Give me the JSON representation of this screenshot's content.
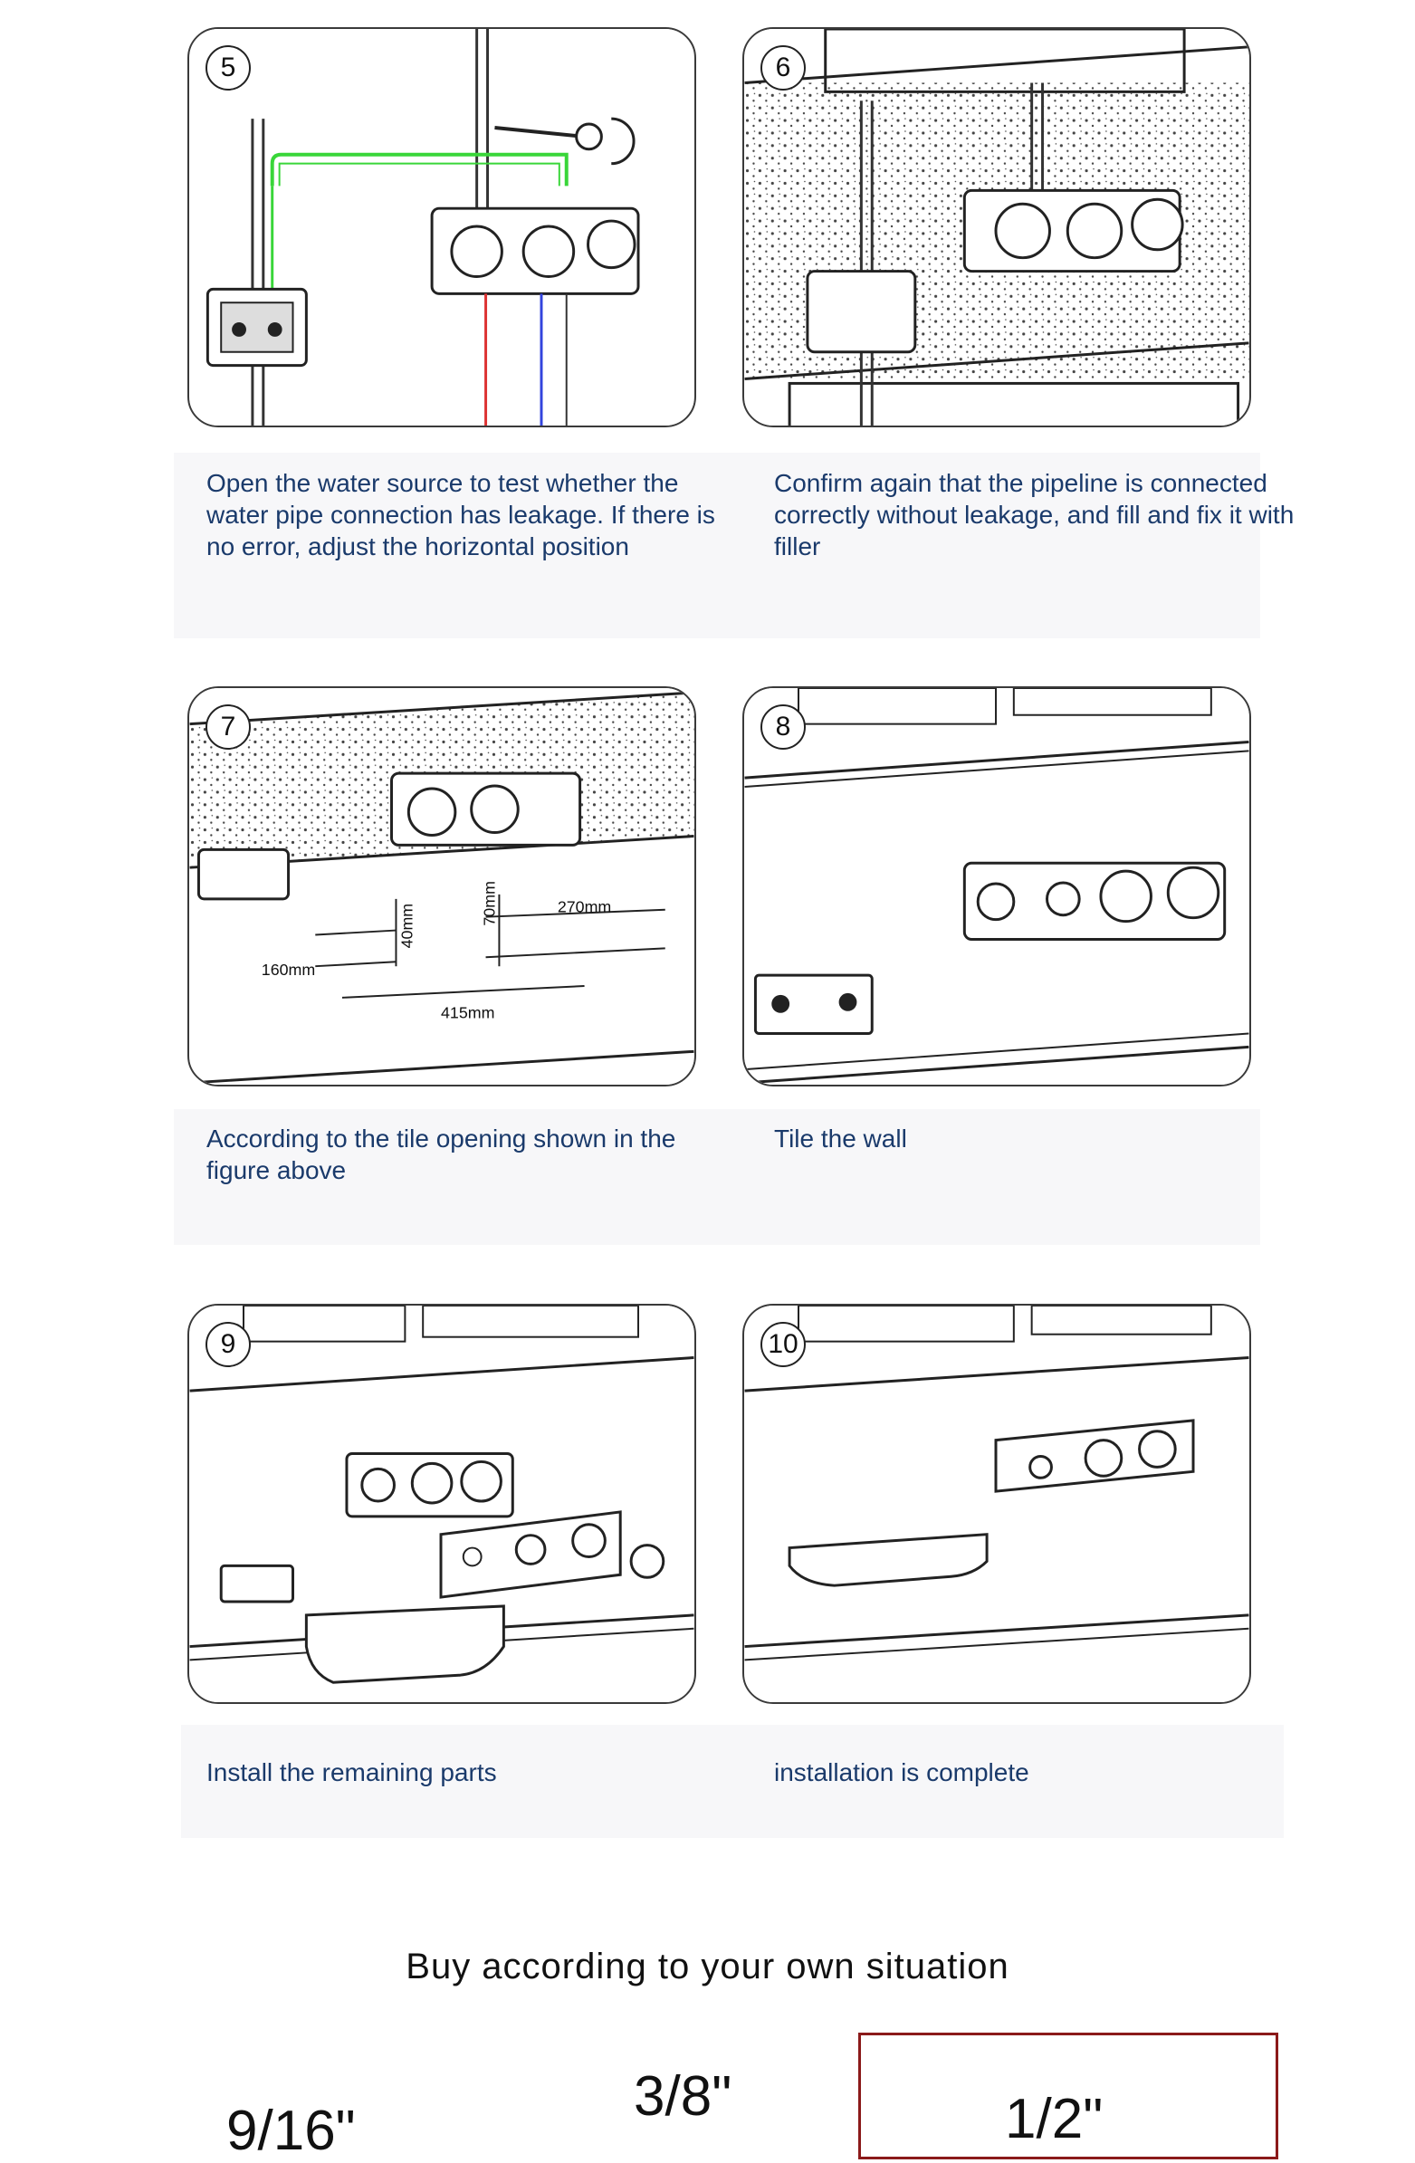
{
  "steps": [
    {
      "number": "5",
      "caption": "Open the water source to test whether the water pipe connection has leakage. If there is no error, adjust the horizontal position"
    },
    {
      "number": "6",
      "caption": "Confirm again that the pipeline is connected correctly without leakage, and fill and fix it with filler"
    },
    {
      "number": "7",
      "caption": "According to the tile opening shown in the figure above",
      "dimensions": {
        "d1": "160mm",
        "d2": "40mm",
        "d3": "70mm",
        "d4": "270mm",
        "d5": "415mm"
      }
    },
    {
      "number": "8",
      "caption": "Tile the wall"
    },
    {
      "number": "9",
      "caption": "Install the remaining parts"
    },
    {
      "number": "10",
      "caption": "installation is complete"
    }
  ],
  "heading": "Buy according to your own situation",
  "sizes": [
    "9/16\"",
    "3/8\"",
    "1/2\""
  ]
}
